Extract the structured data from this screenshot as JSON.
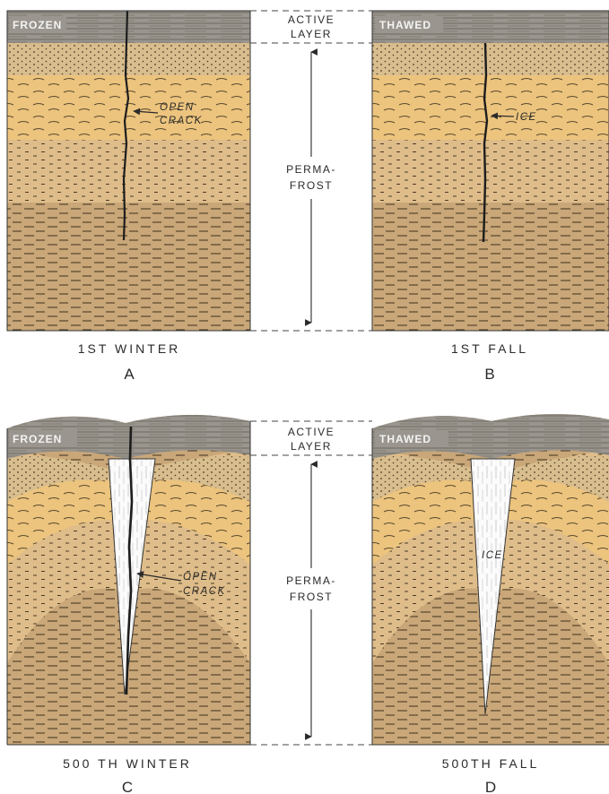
{
  "labels": {
    "active_layer_line1": "ACTIVE",
    "active_layer_line2": "LAYER",
    "permafrost_line1": "PERMA-",
    "permafrost_line2": "FROST",
    "frozen": "FROZEN",
    "thawed": "THAWED",
    "open_line1": "OPEN",
    "crack_line2": "CRACK",
    "ice": "ICE"
  },
  "panels": [
    {
      "id": "A",
      "caption": "1ST WINTER",
      "letter": "A"
    },
    {
      "id": "B",
      "caption": "1ST FALL",
      "letter": "B"
    },
    {
      "id": "C",
      "caption": "500 TH WINTER",
      "letter": "C"
    },
    {
      "id": "D",
      "caption": "500TH FALL",
      "letter": "D"
    }
  ],
  "colors": {
    "active_layer": "#9a958e",
    "sand_top": "#d8bd8e",
    "yellow_band": "#ecc47e",
    "lower_sand": "#dfbd8a",
    "clay": "#c9a779",
    "ice": "#fbfbfb",
    "ink": "#2a2a2a"
  }
}
